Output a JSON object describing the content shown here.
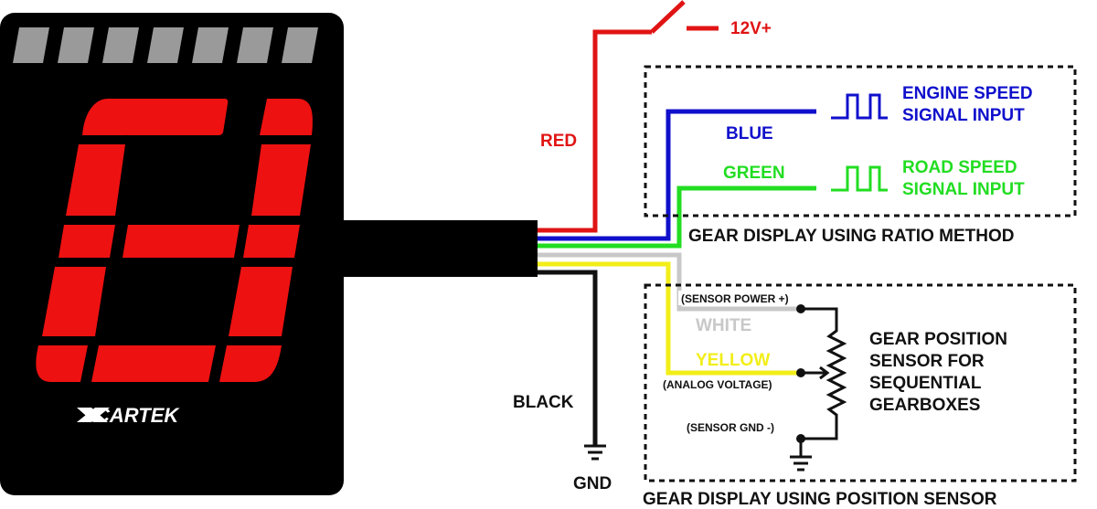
{
  "brand": "CARTEK",
  "colors": {
    "red": "#e01414",
    "blue": "#1010cc",
    "green": "#22dd22",
    "white_wire": "#c8c8c8",
    "yellow": "#f2ee18",
    "black": "#111111",
    "segment": "#ee1111",
    "bar": "#9a9a9a"
  },
  "wires": {
    "supply": "12V+",
    "red": "RED",
    "blue": "BLUE",
    "green": "GREEN",
    "white": "WHITE",
    "yellow": "YELLOW",
    "black": "BLACK",
    "gnd": "GND"
  },
  "ratio_method": {
    "title": "GEAR DISPLAY USING RATIO METHOD",
    "engine_line1": "ENGINE SPEED",
    "engine_line2": "SIGNAL INPUT",
    "road_line1": "ROAD SPEED",
    "road_line2": "SIGNAL INPUT"
  },
  "position_sensor": {
    "title": "GEAR DISPLAY USING POSITION SENSOR",
    "power": "(SENSOR POWER +)",
    "analog": "(ANALOG VOLTAGE)",
    "sensor_gnd": "(SENSOR GND -)",
    "desc_line1": "GEAR POSITION",
    "desc_line2": "SENSOR FOR",
    "desc_line3": "SEQUENTIAL",
    "desc_line4": "GEARBOXES"
  }
}
